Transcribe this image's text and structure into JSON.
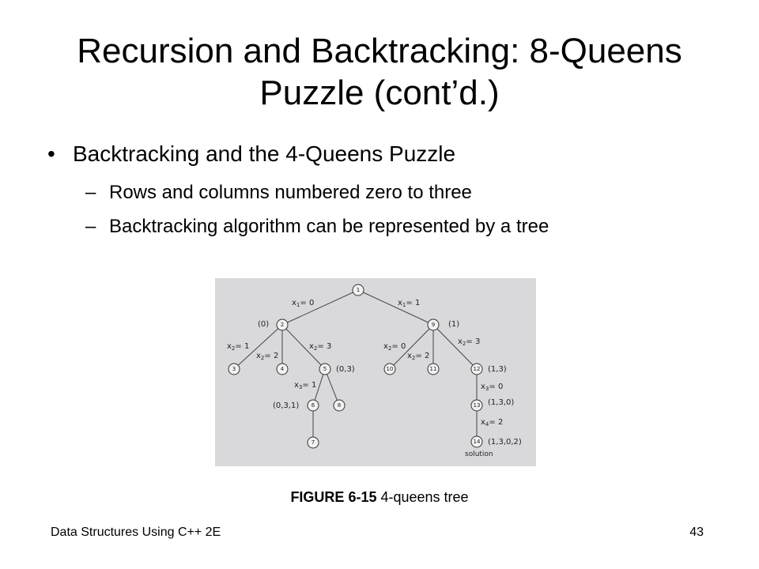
{
  "slide": {
    "title": "Recursion and Backtracking: 8-Queens Puzzle (cont’d.)",
    "bullet": "Backtracking and the 4-Queens Puzzle",
    "subbullets": [
      "Rows and columns numbered zero to three",
      "Backtracking algorithm can be represented by a tree"
    ],
    "caption_bold": "FIGURE 6-15",
    "caption_text": " 4-queens tree",
    "footer_left": "Data Structures Using C++ 2E",
    "page_number": "43"
  },
  "tree": {
    "nodes": [
      "1",
      "2",
      "3",
      "4",
      "5",
      "6",
      "7",
      "8",
      "9",
      "10",
      "11",
      "12",
      "13",
      "14"
    ],
    "tuples": {
      "n2": "(0)",
      "n9": "(1)",
      "n5": "(0,3)",
      "n6": "(0,3,1)",
      "n12": "(1,3)",
      "n13": "(1,3,0)",
      "n14": "(1,3,0,2)"
    },
    "edge_labels": {
      "e1_2": "= 0",
      "e1_9": "= 1",
      "e2_3": "= 1",
      "e2_4": "= 2",
      "e2_5": "= 3",
      "e5_6": "= 1",
      "e9_10": "= 0",
      "e9_11": "= 2",
      "e9_12": "= 3",
      "e12_13": "= 0",
      "e13_14": "= 2"
    },
    "var_names": {
      "x1": "x",
      "x2": "x",
      "x3": "x",
      "x4": "x"
    },
    "var_subs": {
      "x1": "1",
      "x2": "2",
      "x3": "3",
      "x4": "4"
    },
    "solution_label": "solution"
  }
}
